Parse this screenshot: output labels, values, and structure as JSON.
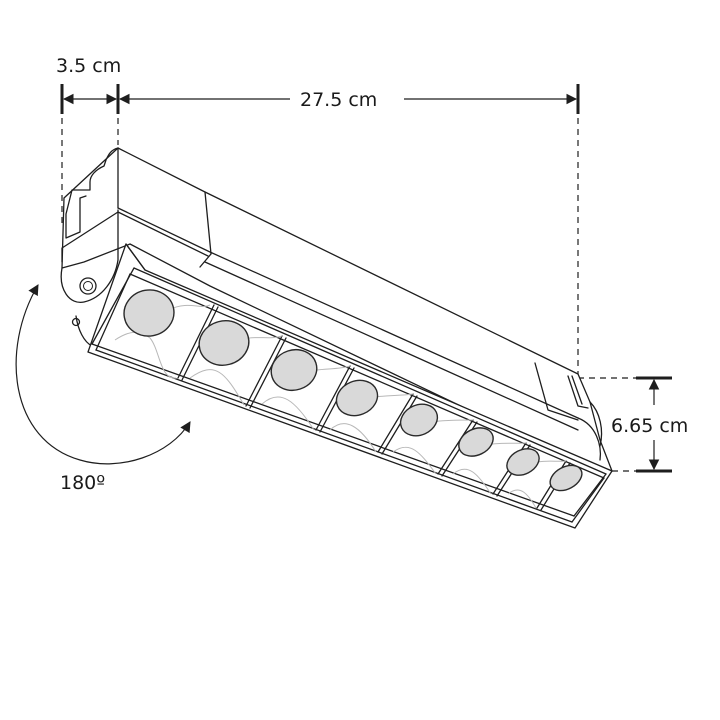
{
  "diagram": {
    "subject": "LED track light luminaire with 8 lenses",
    "dimensions": {
      "width_small": "3.5 cm",
      "length": "27.5 cm",
      "height": "6.65 cm"
    },
    "rotation": {
      "angle": "180º"
    },
    "lens_count": 8,
    "colors": {
      "line": "#1e1e1e",
      "lens_fill": "#d9d9d9",
      "reflector": "#b8b8b8",
      "background": "#ffffff"
    }
  }
}
